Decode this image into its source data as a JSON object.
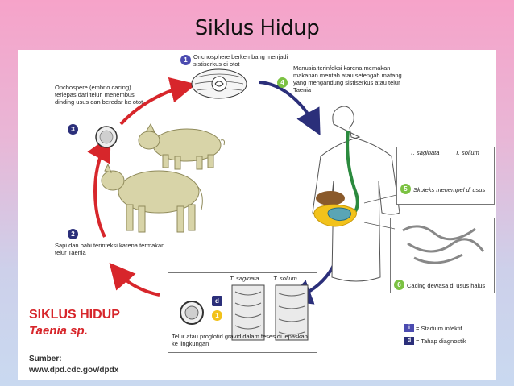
{
  "slide": {
    "title": "Siklus Hidup"
  },
  "diagram": {
    "title_line1": "SIKLUS HIDUP",
    "title_line2": "Taenia sp.",
    "source_label": "Sumber:",
    "source_url": "www.dpd.cdc.gov/dpdx",
    "steps": [
      {
        "num": "1",
        "text": "Onchosphere berkembang menjadi sistiserkus di otot"
      },
      {
        "num": "4",
        "text": "Manusia terinfeksi karena memakan makanan mentah atau setengah matang yang mengandung sistiserkus atau telur Taenia"
      },
      {
        "num": "3",
        "text": "Onchospere (embrio cacing) terlepas dari telur, menembus dinding usus dan beredar ke otot"
      },
      {
        "num": "5",
        "text": "Skoleks menempel di usus"
      },
      {
        "num": "2",
        "text": "Sapi dan babi terinfeksi karena termakan telur Taenia"
      },
      {
        "num": "6",
        "text": "Cacing dewasa di usus halus"
      }
    ],
    "scolex_labels": [
      "T. saginata",
      "T. solium"
    ],
    "egg_box": {
      "labels": [
        "T. saginata",
        "T. solium"
      ],
      "badge_d": "d",
      "badge_1": "1",
      "caption": "Telur atau proglotid gravid dalam feses di lepaskan ke lingkungan"
    },
    "legend": [
      {
        "badge": "i",
        "text": "= Stadium infektif"
      },
      {
        "badge": "d",
        "text": "= Tahap diagnostik"
      }
    ],
    "colors": {
      "red_arrow": "#d7262b",
      "navy_arrow": "#2b2f7a",
      "accent": "#d7262b"
    }
  }
}
